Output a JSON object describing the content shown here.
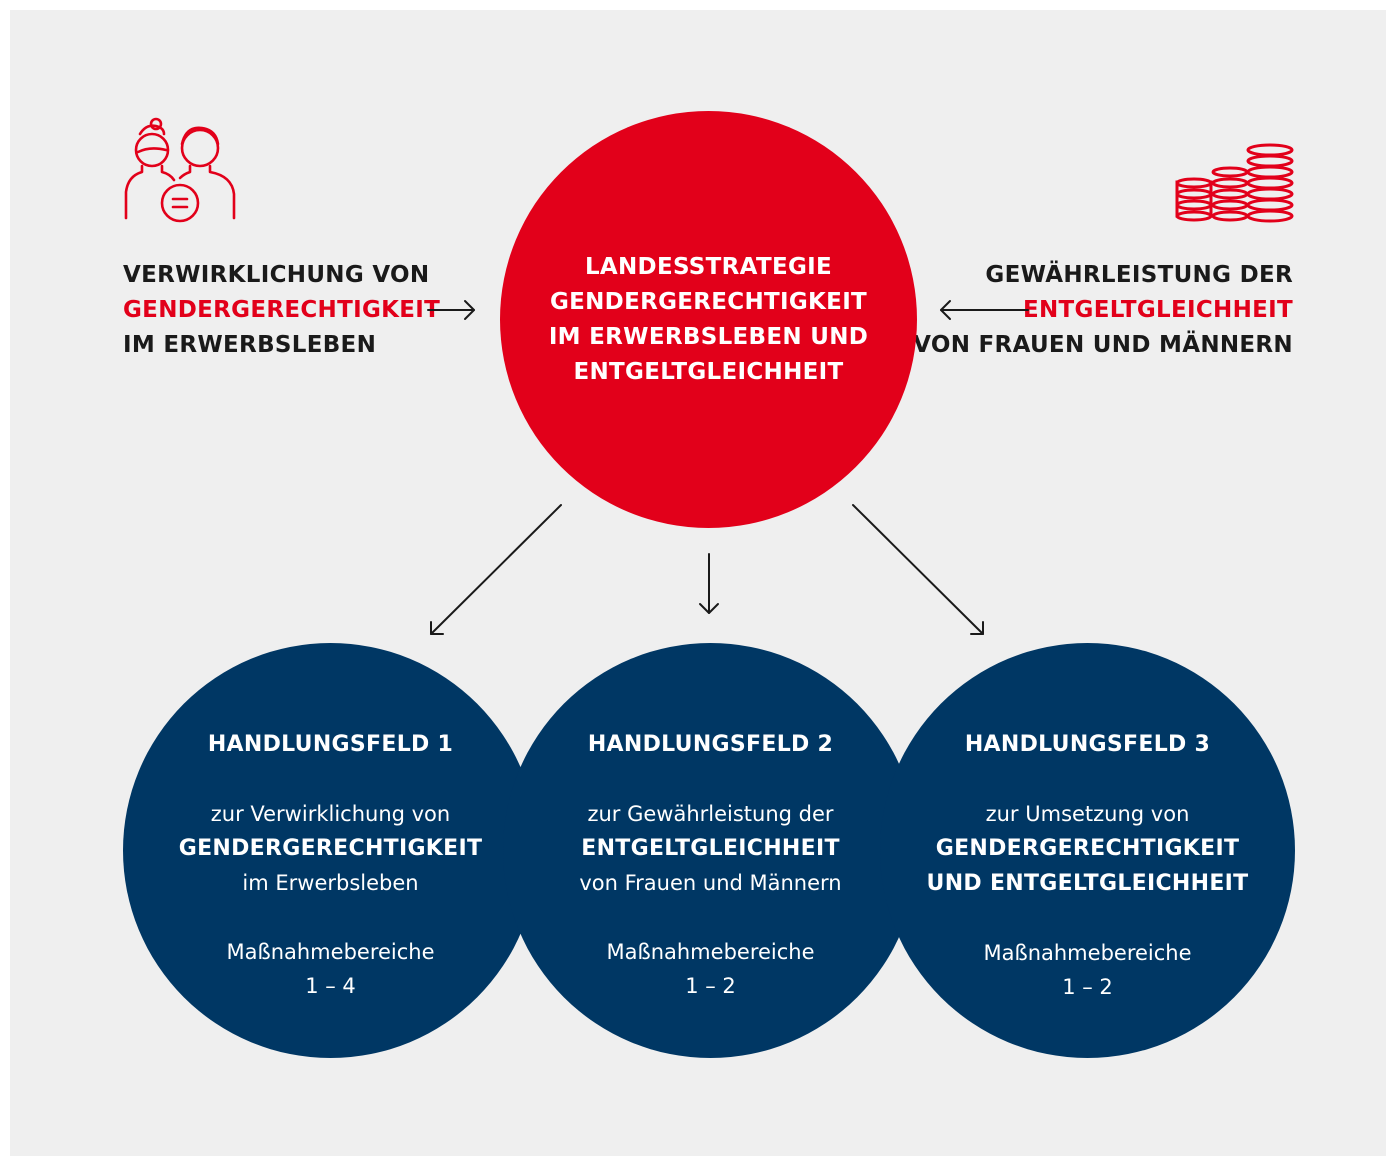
{
  "left_block": {
    "line1": "VERWIRKLICHUNG VON",
    "line2": "GENDERGERECHTIGKEIT",
    "line3": "IM ERWERBSLEBEN",
    "icon": "people-equality-icon"
  },
  "right_block": {
    "line1": "GEWÄHRLEISTUNG DER",
    "line2": "ENTGELTGLEICHHEIT",
    "line3": "VON FRAUEN UND MÄNNERN",
    "icon": "coin-stacks-icon"
  },
  "center": {
    "line1": "LANDESSTRATEGIE",
    "line2": "GENDERGERECHTIGKEIT",
    "line3": "IM ERWERBSLEBEN UND",
    "line4": "ENTGELTGLEICHHEIT"
  },
  "fields": [
    {
      "title": "HANDLUNGSFELD 1",
      "desc1": "zur Verwirklichung von",
      "desc2": "GENDERGERECHTIGKEIT",
      "desc3": "im Erwerbsleben",
      "measures_label": "Maßnahmebereiche",
      "measures_range": "1 – 4"
    },
    {
      "title": "HANDLUNGSFELD 2",
      "desc1": "zur Gewährleistung der",
      "desc2": "ENTGELTGLEICHHEIT",
      "desc3": "von Frauen und Männern",
      "measures_label": "Maßnahmebereiche",
      "measures_range": "1 – 2"
    },
    {
      "title": "HANDLUNGSFELD 3",
      "desc1": "zur Umsetzung von",
      "desc2": "GENDERGERECHTIGKEIT",
      "desc3": "UND ENTGELTGLEICHHEIT",
      "measures_label": "Maßnahmebereiche",
      "measures_range": "1 – 2"
    }
  ],
  "colors": {
    "background": "#efefef",
    "accent_red": "#e2001a",
    "navy": "#003764",
    "text": "#1a1a1a"
  }
}
